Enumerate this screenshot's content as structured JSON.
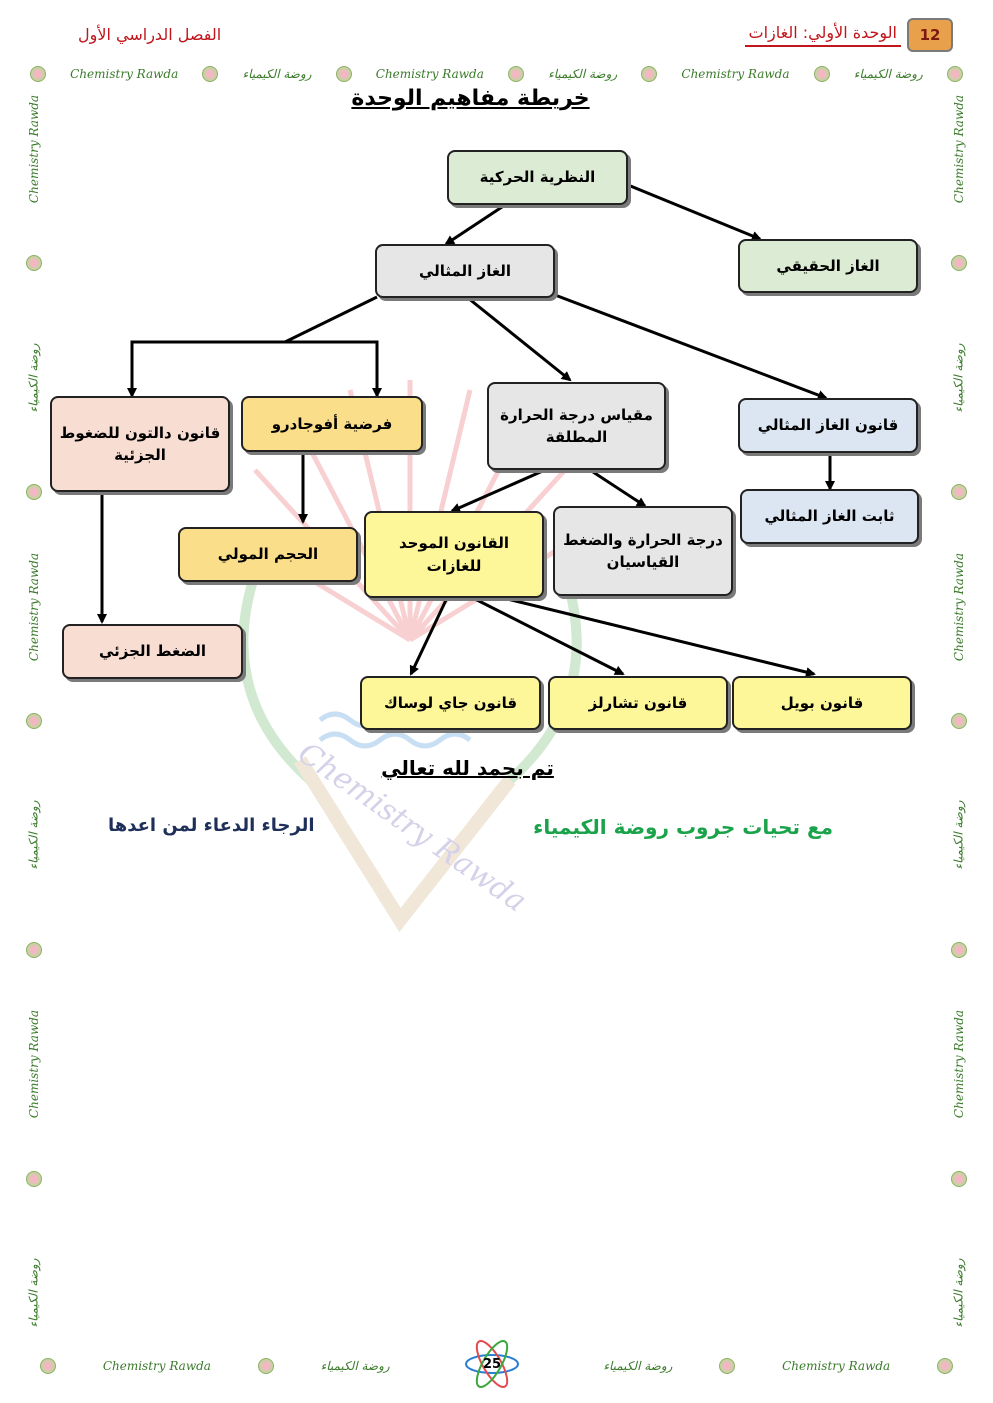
{
  "header": {
    "semester": "الفصل الدراسي الأول",
    "unit_title": "الوحدة الأولي: الغازات",
    "unit_number": "12"
  },
  "border": {
    "brand_en": "Chemistry Rawda",
    "brand_ar": "روضة الكيمياء"
  },
  "watermark": {
    "text": "Chemistry Rawda"
  },
  "map": {
    "title": "خريطة مفاهيم الوحدة",
    "nodes": {
      "kinetic": "النظرية الحركية",
      "real_gas": "الغاز الحقيقي",
      "ideal_gas": "الغاز المثالي",
      "dalton": "قانون دالتون للضغوط الجزئية",
      "avogadro": "فرضية أفوجادرو",
      "kelvin": "مقياس درجة الحرارة المطلقة",
      "ideal_law": "قانون الغاز المثالي",
      "ideal_const": "ثابت الغاز المثالي",
      "molar_volume": "الحجم المولي",
      "combined": "القانون الموحد للغازات",
      "stp": "درجة الحرارة والضغط القياسيان",
      "partial": "الضغط الجزئي",
      "gay_lussac": "قانون جاي لوساك",
      "charles": "قانون تشارلز",
      "boyle": "قانون بويل"
    }
  },
  "closing": "تم بحمد لله تعالي",
  "greeting": "مع تحيات جروب روضة الكيمياء",
  "prayer": "الرجاء الدعاء لمن اعدها",
  "page_number": "25",
  "colors": {
    "header_red": "#c0161c",
    "greeting_green": "#1aa34a",
    "prayer_navy": "#1e2f5a",
    "node_green": "#dcebd3",
    "node_gray": "#e6e6e6",
    "node_blue": "#dce6f2",
    "node_pink": "#f8ddd2",
    "node_gold": "#fbde8a",
    "node_yellow": "#fdf79a"
  }
}
